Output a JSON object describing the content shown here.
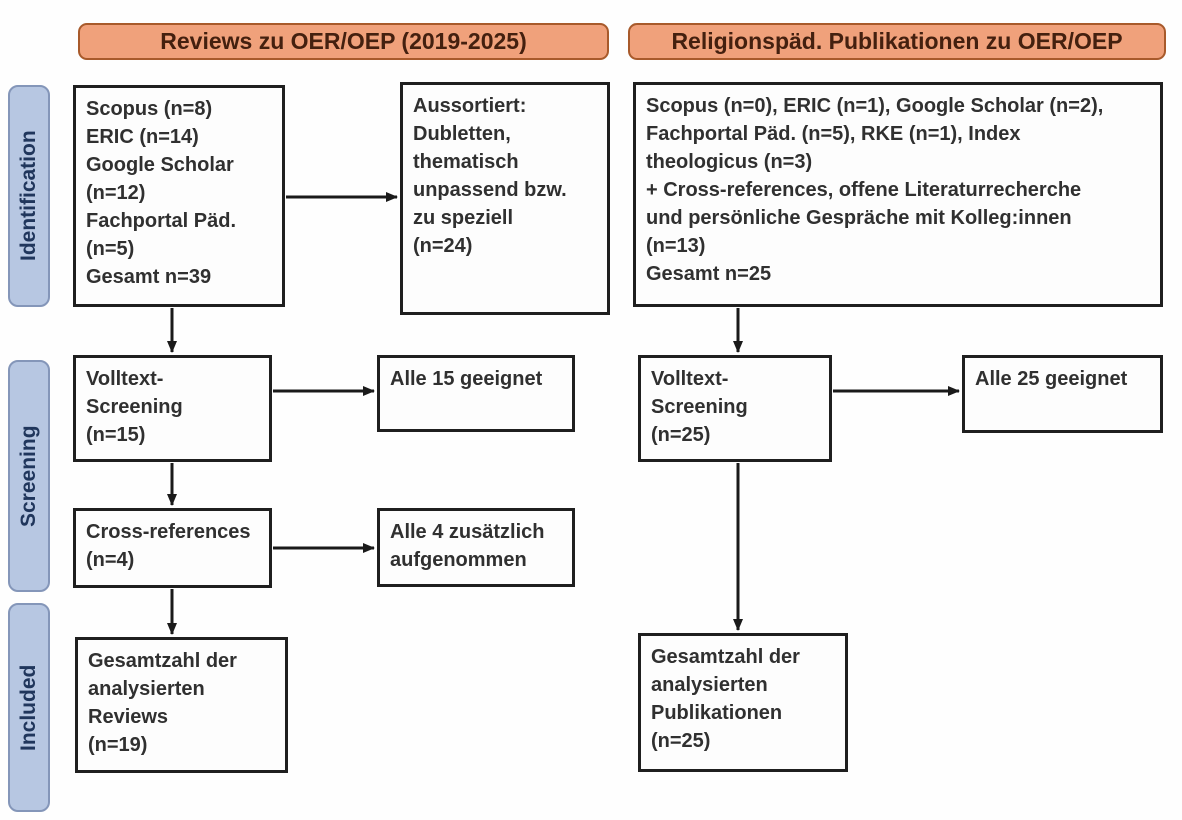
{
  "colors": {
    "header_fill": "#F0A17B",
    "header_border": "#A85A2B",
    "header_text": "#44200F",
    "sidebar_fill": "#B7C7E2",
    "sidebar_border": "#8496B9",
    "sidebar_text": "#20365C",
    "box_border": "#1F1F1F",
    "box_text": "#303030",
    "arrow": "#1A1A1A",
    "background": "#FEFEFE"
  },
  "headers": {
    "left": "Reviews zu OER/OEP (2019-2025)",
    "right": "Religionspäd. Publikationen zu OER/OEP"
  },
  "sidebar": {
    "identification": "Identification",
    "screening": "Screening",
    "included": "Included"
  },
  "left_column": {
    "identification_box": "Scopus (n=8)\nERIC (n=14)\nGoogle Scholar\n(n=12)\nFachportal Päd.\n(n=5)\nGesamt n=39",
    "excluded_box": "Aussortiert:\nDubletten,\nthematisch\nunpassend bzw.\nzu speziell\n(n=24)",
    "screening_box": "Volltext-\nScreening\n(n=15)",
    "screening_result_box": "Alle 15 geeignet",
    "crossref_box": "Cross-references\n(n=4)",
    "crossref_result_box": "Alle 4 zusätzlich\naufgenommen",
    "included_box": "Gesamtzahl der\nanalysierten\nReviews\n(n=19)"
  },
  "right_column": {
    "identification_box": "Scopus (n=0), ERIC (n=1), Google Scholar (n=2),\nFachportal Päd. (n=5), RKE (n=1), Index\ntheologicus (n=3)\n+ Cross-references, offene Literaturrecherche\nund persönliche Gespräche mit Kolleg:innen\n(n=13)\nGesamt n=25",
    "screening_box": "Volltext-\nScreening\n(n=25)",
    "screening_result_box": "Alle 25 geeignet",
    "included_box": "Gesamtzahl der\nanalysierten\nPublikationen\n(n=25)"
  }
}
